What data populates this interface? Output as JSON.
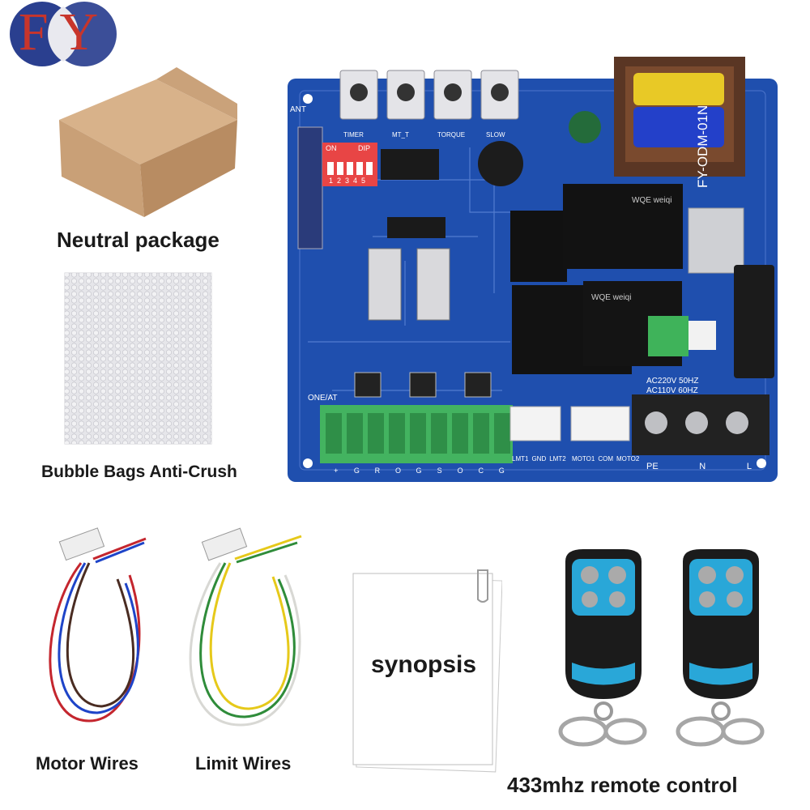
{
  "brand": {
    "logo_text": "FY",
    "colors": {
      "primary": "#2a3f8f",
      "accent": "#c8352b"
    }
  },
  "labels": {
    "neutral_package": "Neutral package",
    "bubble_bags": "Bubble Bags Anti-Crush",
    "motor_wires": "Motor Wires",
    "limit_wires": "Limit Wires",
    "synopsis": "synopsis",
    "remote_control": "433mhz remote control"
  },
  "board": {
    "model": "FY-ODM-01N",
    "ant": "ANT",
    "dip_on": "ON",
    "dip_label": "DIP",
    "dip_numbers": "12345",
    "pot_labels": [
      "TIMER",
      "MT_T",
      "TORQUE",
      "SLOW"
    ],
    "power_spec_1": "AC220V 50HZ",
    "power_spec_2": "AC110V 60HZ",
    "terminal_left": [
      "+",
      "G",
      "R",
      "O",
      "G",
      "S",
      "O",
      "C",
      "G"
    ],
    "terminal_mid": [
      "LMT1",
      "GND",
      "LMT2"
    ],
    "terminal_motor": [
      "MOTO1",
      "COM",
      "MOTO2"
    ],
    "terminal_power": [
      "PE",
      "N",
      "L"
    ],
    "relay_brand": "WQE weiqi",
    "one_at": "ONE/AT"
  }
}
